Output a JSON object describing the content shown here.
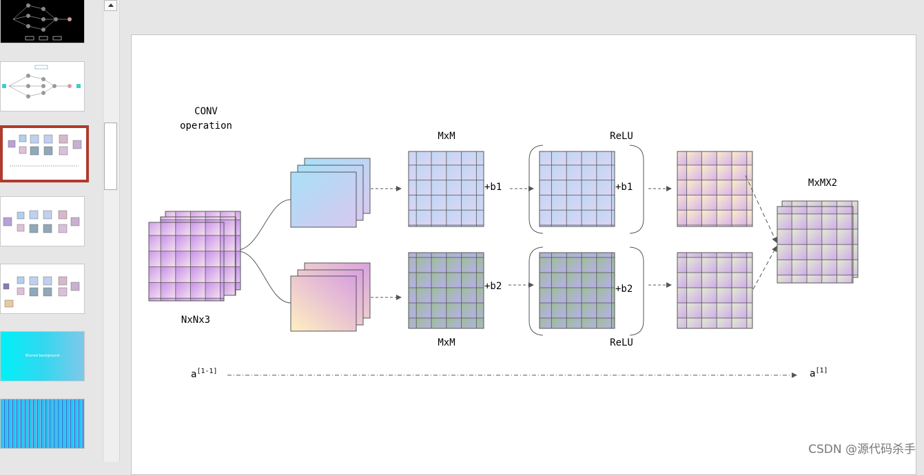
{
  "thumbnails": [
    {
      "id": "slide-1",
      "style": "dark-network"
    },
    {
      "id": "slide-2",
      "style": "light-network"
    },
    {
      "id": "slide-3",
      "style": "conv-diagram",
      "selected": true
    },
    {
      "id": "slide-4",
      "style": "conv-diagram"
    },
    {
      "id": "slide-5",
      "style": "conv-diagram"
    },
    {
      "id": "slide-6",
      "style": "gradient-background",
      "text": "Blurred background"
    },
    {
      "id": "slide-7",
      "style": "stripes"
    }
  ],
  "slide": {
    "conv_label_line1": "CONV",
    "conv_label_line2": "operation",
    "input_label": "NxNx3",
    "top_mxm": "MxM",
    "bottom_mxm": "MxM",
    "top_relu": "ReLU",
    "bottom_relu": "ReLU",
    "b1_left": "+b1",
    "b1_right": "+b1",
    "b2_left": "+b2",
    "b2_right": "+b2",
    "output_label": "MxMX2",
    "a_prev_base": "a",
    "a_prev_sup": "[1-1]",
    "a_next_base": "a",
    "a_next_sup": "[1]"
  },
  "watermark": "CSDN @源代码杀手",
  "colors": {
    "selected_border": "#b03a2e",
    "grid_line": "#555555"
  }
}
